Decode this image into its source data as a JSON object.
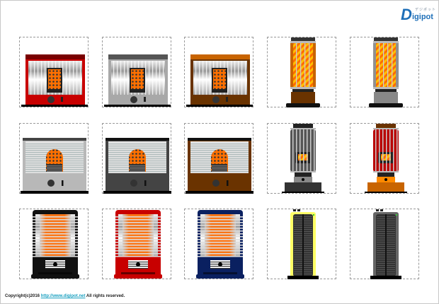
{
  "logo": {
    "letter": "D",
    "text": "igipot",
    "kana": "デジポット"
  },
  "footer": {
    "prefix": "Copyright(c)2016 ",
    "link": "http://www.digipot.net",
    "suffix": " All rights reserved."
  },
  "grid": {
    "rows": 3,
    "cols": 5,
    "items": [
      {
        "id": "heater-1",
        "type": "box-halogen",
        "body": "#c80000",
        "top": "#7a0000"
      },
      {
        "id": "heater-2",
        "type": "box-halogen",
        "body": "#a8a8a8",
        "top": "#555555"
      },
      {
        "id": "heater-3",
        "type": "box-halogen",
        "body": "#6a3300",
        "top": "#c86400"
      },
      {
        "id": "heater-4",
        "type": "tower-carbon",
        "side": "#c86400",
        "base": "#6a3300"
      },
      {
        "id": "heater-5",
        "type": "tower-carbon",
        "side": "#909090",
        "base": "#888888"
      },
      {
        "id": "heater-6",
        "type": "box-gas",
        "body": "#b8b8b8",
        "top": "#444444"
      },
      {
        "id": "heater-7",
        "type": "box-gas",
        "body": "#444444",
        "top": "#111111"
      },
      {
        "id": "heater-8",
        "type": "box-gas",
        "body": "#6a3300",
        "top": "#111111"
      },
      {
        "id": "heater-9",
        "type": "kerosene-stove",
        "body": "#555555",
        "top": "#222222",
        "base": "#333333"
      },
      {
        "id": "heater-10",
        "type": "kerosene-stove",
        "body": "#b80000",
        "top": "#6a3300",
        "base": "#c86400"
      },
      {
        "id": "heater-11",
        "type": "upright-electric",
        "body": "#111111"
      },
      {
        "id": "heater-12",
        "type": "upright-electric",
        "body": "#c80000"
      },
      {
        "id": "heater-13",
        "type": "upright-electric",
        "body": "#0a2060"
      },
      {
        "id": "heater-14",
        "type": "oil-panel",
        "frame": "#ffff66"
      },
      {
        "id": "heater-15",
        "type": "oil-panel",
        "frame": "#666666"
      }
    ]
  }
}
